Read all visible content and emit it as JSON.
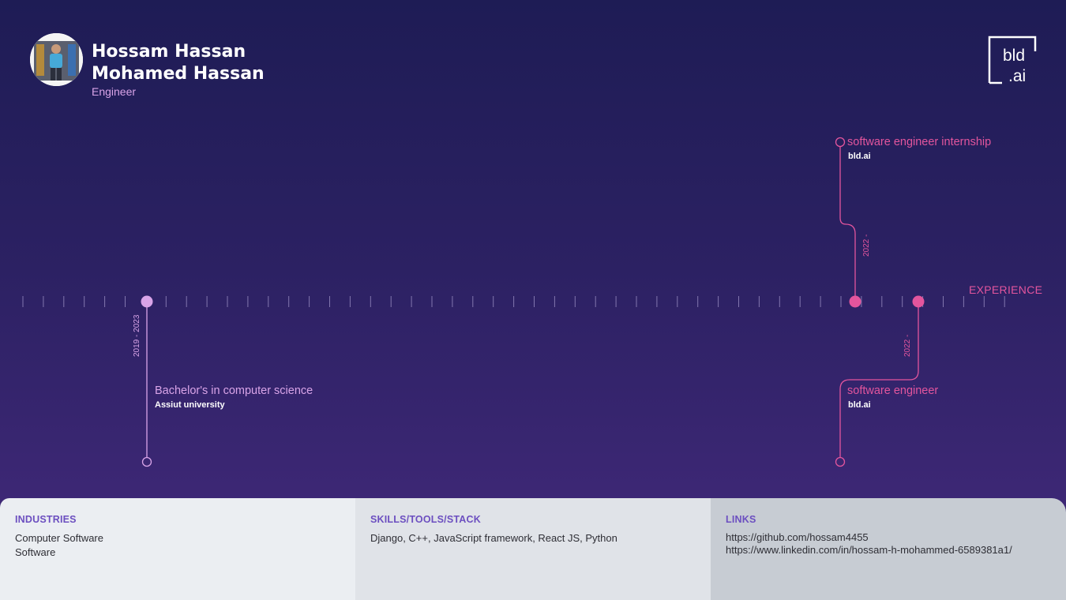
{
  "profile": {
    "name_line1": "Hossam Hassan",
    "name_line2": "Mohamed Hassan",
    "role": "Engineer"
  },
  "logo": {
    "line1": "bld",
    "line2": ".ai"
  },
  "timeline": {
    "section_label": "EXPERIENCE",
    "events": [
      {
        "title": "software engineer internship",
        "org": "bld.ai",
        "dates": "2022 -",
        "color": "#e3559d"
      },
      {
        "title": "Bachelor's in computer science",
        "org": "Assiut university",
        "dates": "2019 - 2023",
        "color": "#d9a4e8"
      },
      {
        "title": "software engineer",
        "org": "bld.ai",
        "dates": "2022 -",
        "color": "#e3559d"
      }
    ]
  },
  "info": {
    "industries": {
      "title": "INDUSTRIES",
      "items": [
        "Computer Software",
        "Software"
      ]
    },
    "skills": {
      "title": "SKILLS/TOOLS/STACK",
      "text": "Django, C++, JavaScript framework, React JS, Python"
    },
    "links": {
      "title": "LINKS",
      "items": [
        "https://github.com/hossam4455",
        "https://www.linkedin.com/in/hossam-h-mohammed-6589381a1/"
      ]
    }
  },
  "colors": {
    "accent_pink": "#e3559d",
    "accent_lilac": "#d9a4e8",
    "title_purple": "#6c4fc0"
  }
}
